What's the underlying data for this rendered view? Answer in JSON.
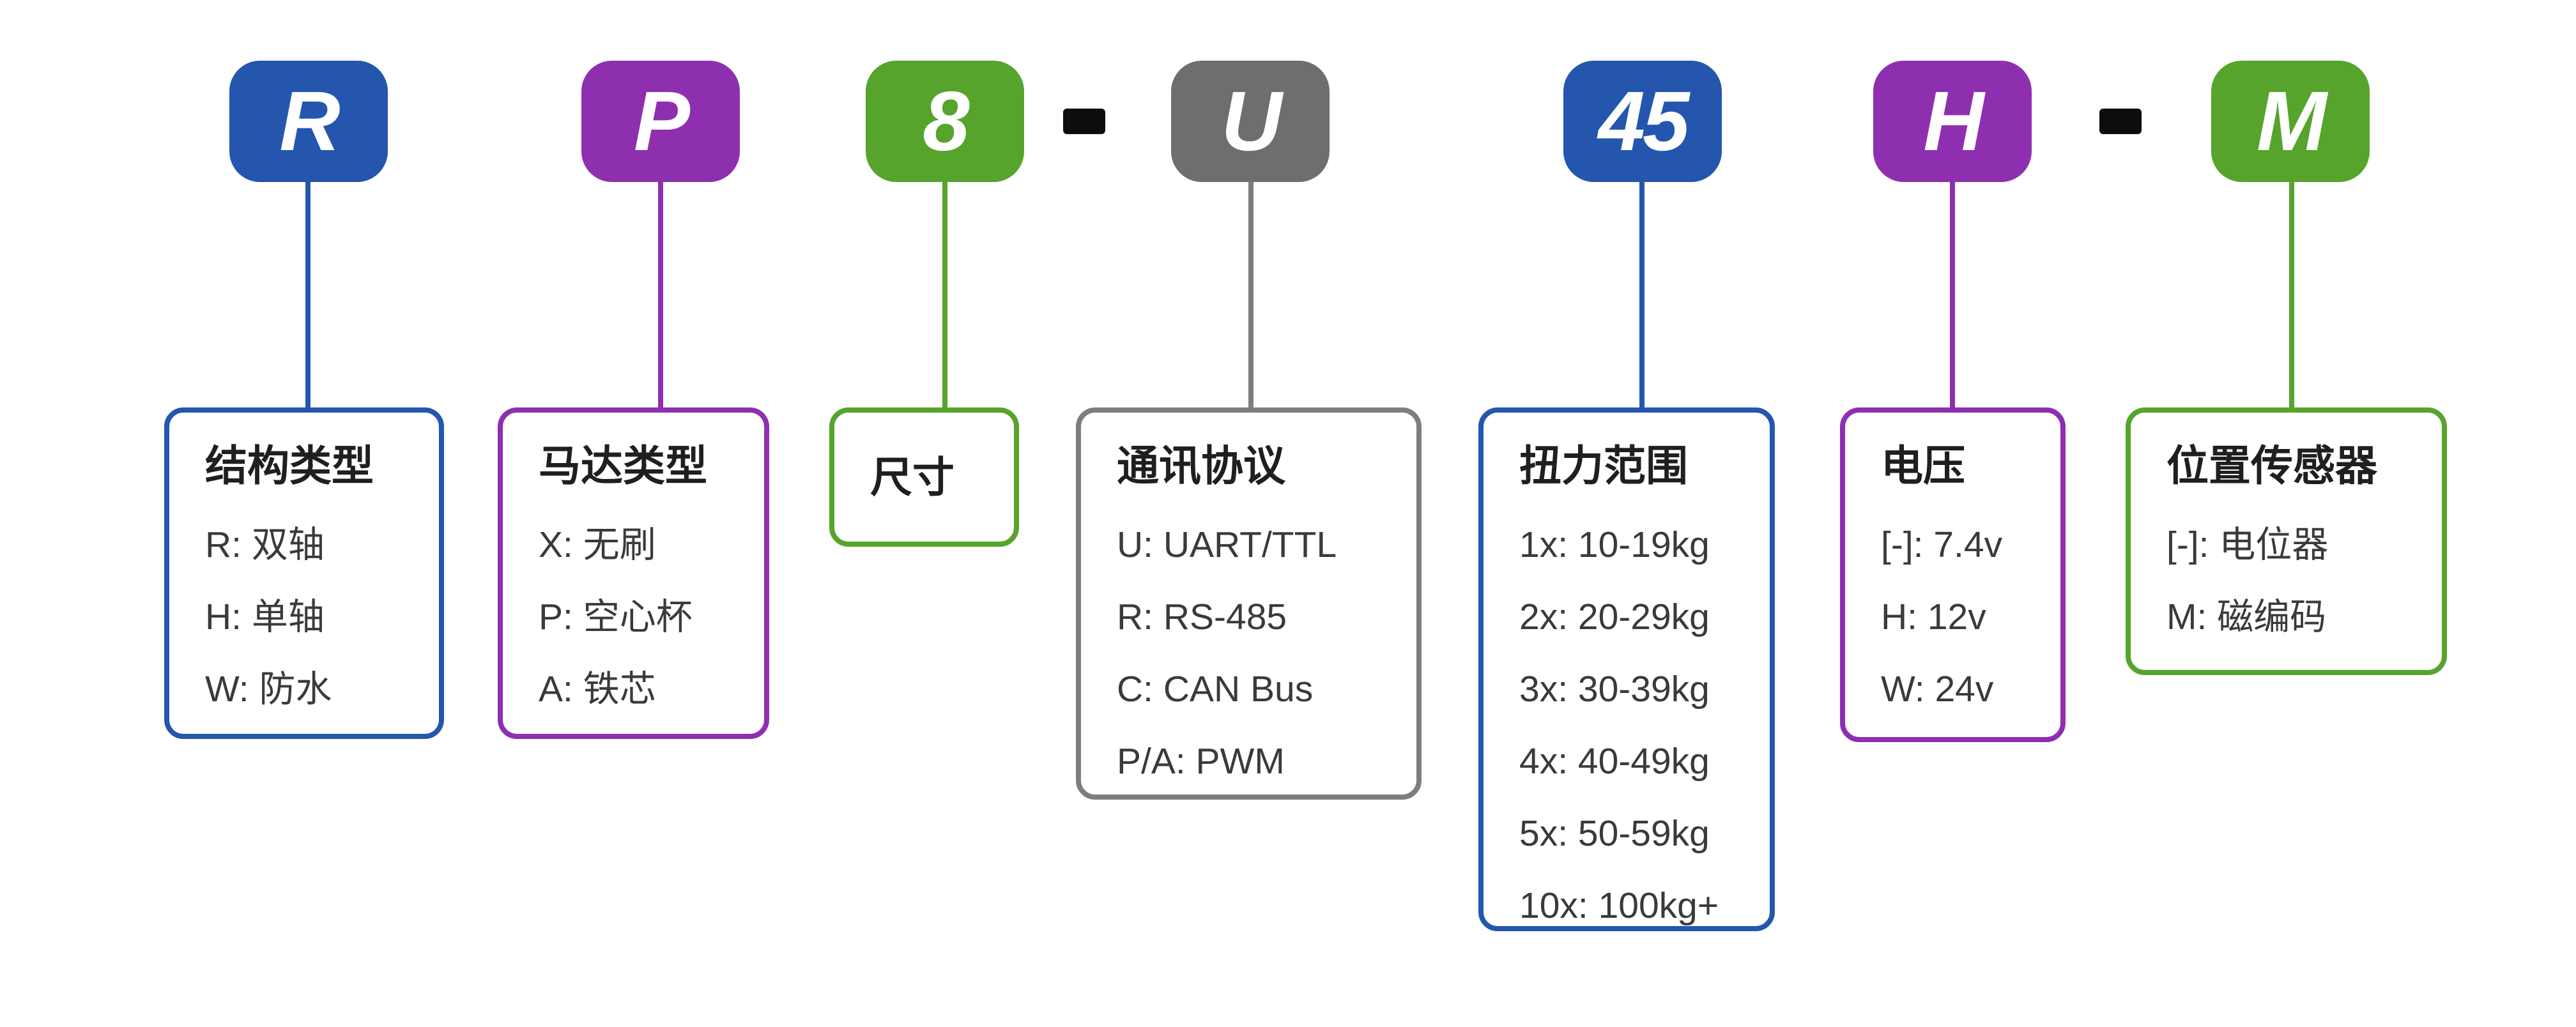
{
  "model_code": "RP8-U45H-M",
  "code_segments": [
    {
      "label": "R",
      "color": "#2456AE",
      "meaning": "结构类型"
    },
    {
      "label": "P",
      "color": "#8E2FB0",
      "meaning": "马达类型"
    },
    {
      "label": "8",
      "color": "#56A42C",
      "meaning": "尺寸"
    },
    {
      "label": "-",
      "color": "#0d0d0d",
      "meaning": "separator"
    },
    {
      "label": "U",
      "color": "#6E6E6E",
      "meaning": "通讯协议"
    },
    {
      "label": "45",
      "color": "#2456AE",
      "meaning": "扭力范围"
    },
    {
      "label": "H",
      "color": "#8E2FB0",
      "meaning": "电压"
    },
    {
      "label": "-",
      "color": "#0d0d0d",
      "meaning": "separator"
    },
    {
      "label": "M",
      "color": "#56A42C",
      "meaning": "位置传感器"
    }
  ],
  "boxes": [
    {
      "title": "结构类型",
      "items": [
        "R: 双轴",
        "H: 单轴",
        "W: 防水"
      ]
    },
    {
      "title": "马达类型",
      "items": [
        "X: 无刷",
        "P: 空心杯",
        "A: 铁芯"
      ]
    },
    {
      "title": "尺寸",
      "items": []
    },
    {
      "title": "通讯协议",
      "items": [
        "U: UART/TTL",
        "R: RS-485",
        "C: CAN Bus",
        "P/A: PWM"
      ]
    },
    {
      "title": "扭力范围",
      "items": [
        "1x: 10-19kg",
        "2x: 20-29kg",
        "3x: 30-39kg",
        "4x: 40-49kg",
        "5x: 50-59kg",
        "10x: 100kg+"
      ]
    },
    {
      "title": "电压",
      "items": [
        "[-]: 7.4v",
        "H: 12v",
        "W: 24v"
      ]
    },
    {
      "title": "位置传感器",
      "items": [
        "[-]: 电位器",
        "M: 磁编码"
      ]
    }
  ],
  "colors": {
    "blue": "#2456AE",
    "purple": "#8E2FB0",
    "green": "#56A42C",
    "gray": "#6E6E6E",
    "dash": "#0d0d0d",
    "title_text": "#1f1f1f",
    "item_text": "#3a3a3a"
  }
}
